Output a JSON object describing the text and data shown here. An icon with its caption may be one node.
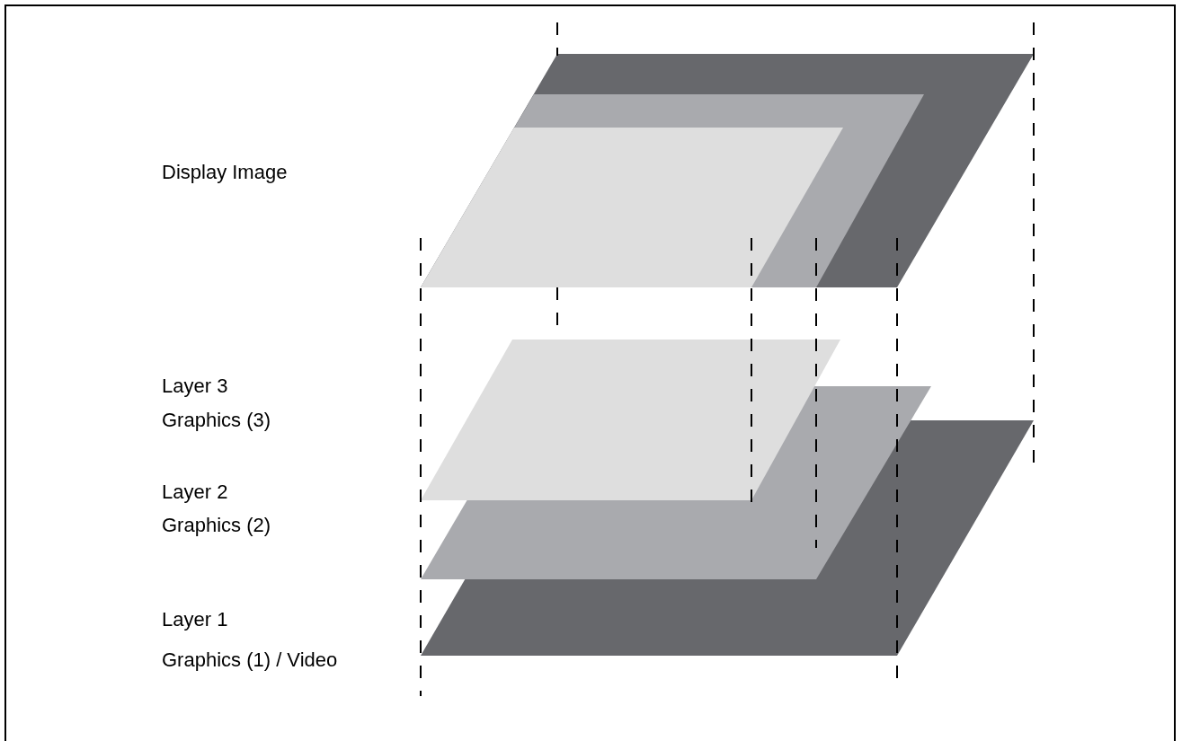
{
  "diagram": {
    "labels": [
      "Display Image",
      "Layer 3",
      "Graphics (3)",
      "Layer 2",
      "Graphics (2)",
      "Layer 1",
      "Graphics (1) / Video"
    ]
  }
}
